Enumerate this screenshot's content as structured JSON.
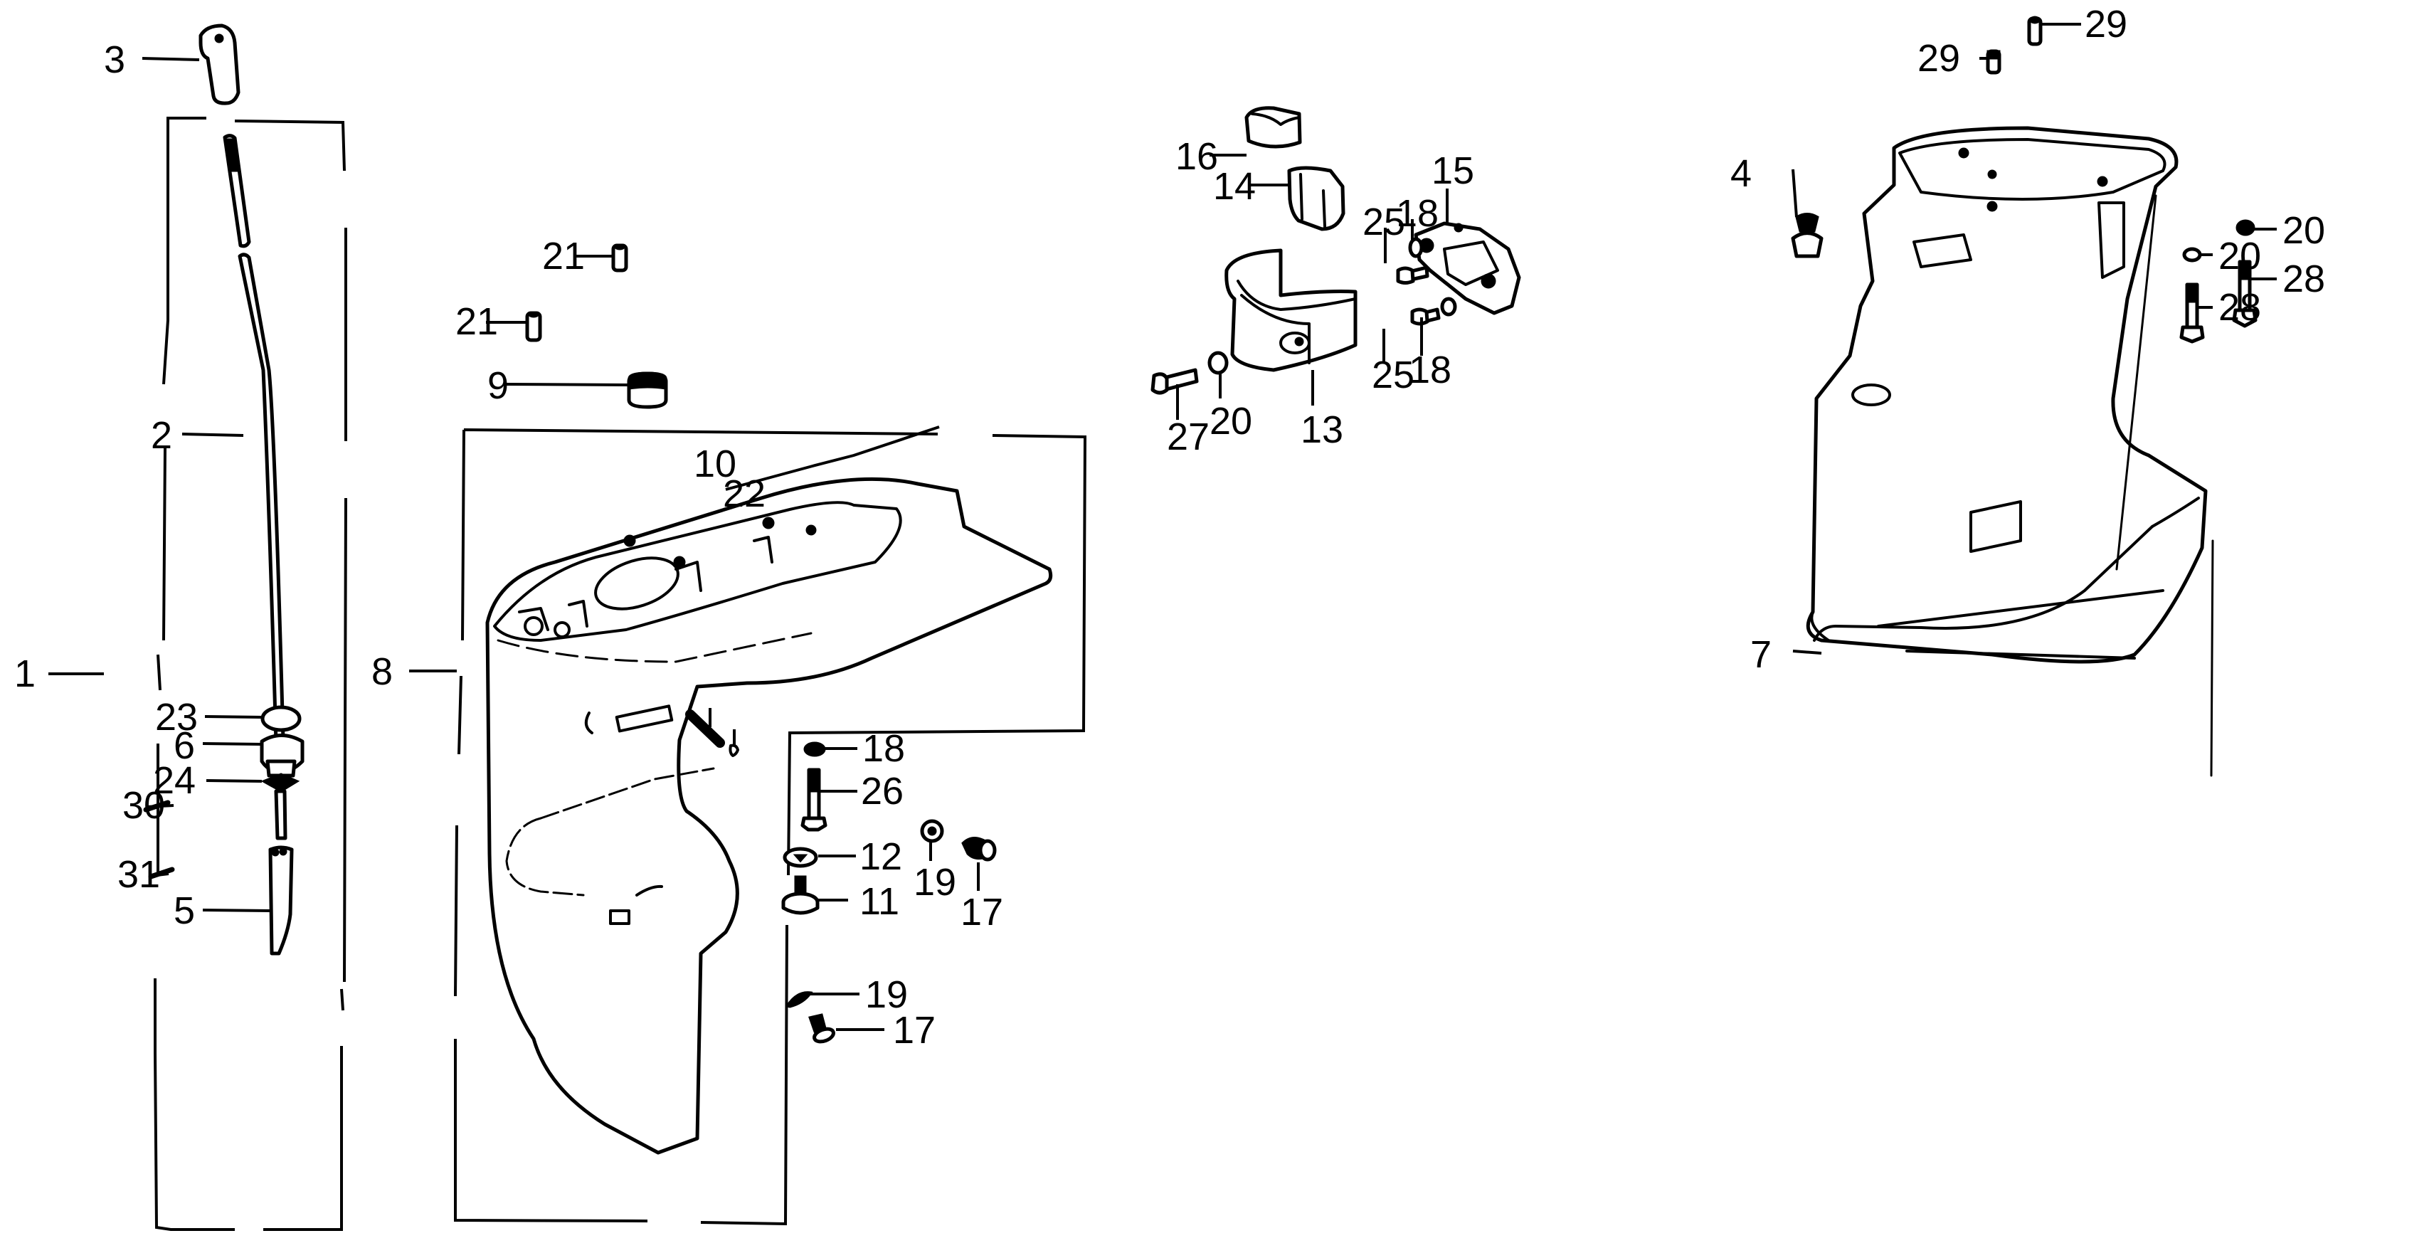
{
  "diagram": {
    "title": "",
    "subject": "Outboard motor lower unit exploded parts view",
    "background": "#ffffff",
    "ink": "#000000",
    "callouts": [
      {
        "id": "c1",
        "label": "1",
        "part": "shift rod assembly group"
      },
      {
        "id": "c2",
        "label": "2",
        "part": "shift rod"
      },
      {
        "id": "c3",
        "label": "3",
        "part": "shift rod end / clevis"
      },
      {
        "id": "c4",
        "label": "4",
        "part": "grease nipple / fitting"
      },
      {
        "id": "c5",
        "label": "5",
        "part": "shift rod coupler"
      },
      {
        "id": "c6",
        "label": "6",
        "part": "shift rod grommet"
      },
      {
        "id": "c7",
        "label": "7",
        "part": "drive shaft housing"
      },
      {
        "id": "c8",
        "label": "8",
        "part": "gear case assembly group"
      },
      {
        "id": "c9",
        "label": "9",
        "part": "oil seal"
      },
      {
        "id": "c10",
        "label": "10",
        "part": "stud"
      },
      {
        "id": "c11",
        "label": "11",
        "part": "drain plug"
      },
      {
        "id": "c12",
        "label": "12",
        "part": "gasket"
      },
      {
        "id": "c13",
        "label": "13",
        "part": "lower mount bracket"
      },
      {
        "id": "c14",
        "label": "14",
        "part": "rubber mount"
      },
      {
        "id": "c15",
        "label": "15",
        "part": "mount plate"
      },
      {
        "id": "c16",
        "label": "16",
        "part": "mount cushion"
      },
      {
        "id": "c17a",
        "label": "17",
        "part": "screw"
      },
      {
        "id": "c17b",
        "label": "17",
        "part": "screw"
      },
      {
        "id": "c18a",
        "label": "18",
        "part": "washer"
      },
      {
        "id": "c18b",
        "label": "18",
        "part": "washer"
      },
      {
        "id": "c18c",
        "label": "18",
        "part": "washer"
      },
      {
        "id": "c19a",
        "label": "19",
        "part": "gasket"
      },
      {
        "id": "c19b",
        "label": "19",
        "part": "gasket"
      },
      {
        "id": "c20a",
        "label": "20",
        "part": "washer"
      },
      {
        "id": "c20b",
        "label": "20",
        "part": "washer"
      },
      {
        "id": "c20c",
        "label": "20",
        "part": "washer"
      },
      {
        "id": "c21a",
        "label": "21",
        "part": "dowel pin"
      },
      {
        "id": "c21b",
        "label": "21",
        "part": "dowel pin"
      },
      {
        "id": "c22",
        "label": "22",
        "part": "pin"
      },
      {
        "id": "c23",
        "label": "23",
        "part": "retainer"
      },
      {
        "id": "c24",
        "label": "24",
        "part": "spacer"
      },
      {
        "id": "c25a",
        "label": "25",
        "part": "bolt"
      },
      {
        "id": "c25b",
        "label": "25",
        "part": "bolt"
      },
      {
        "id": "c26",
        "label": "26",
        "part": "bolt"
      },
      {
        "id": "c27",
        "label": "27",
        "part": "bolt"
      },
      {
        "id": "c28a",
        "label": "28",
        "part": "bolt"
      },
      {
        "id": "c28b",
        "label": "28",
        "part": "bolt"
      },
      {
        "id": "c29a",
        "label": "29",
        "part": "dowel pin"
      },
      {
        "id": "c29b",
        "label": "29",
        "part": "dowel pin"
      },
      {
        "id": "c30",
        "label": "30",
        "part": "pin"
      },
      {
        "id": "c31",
        "label": "31",
        "part": "pin"
      }
    ]
  }
}
